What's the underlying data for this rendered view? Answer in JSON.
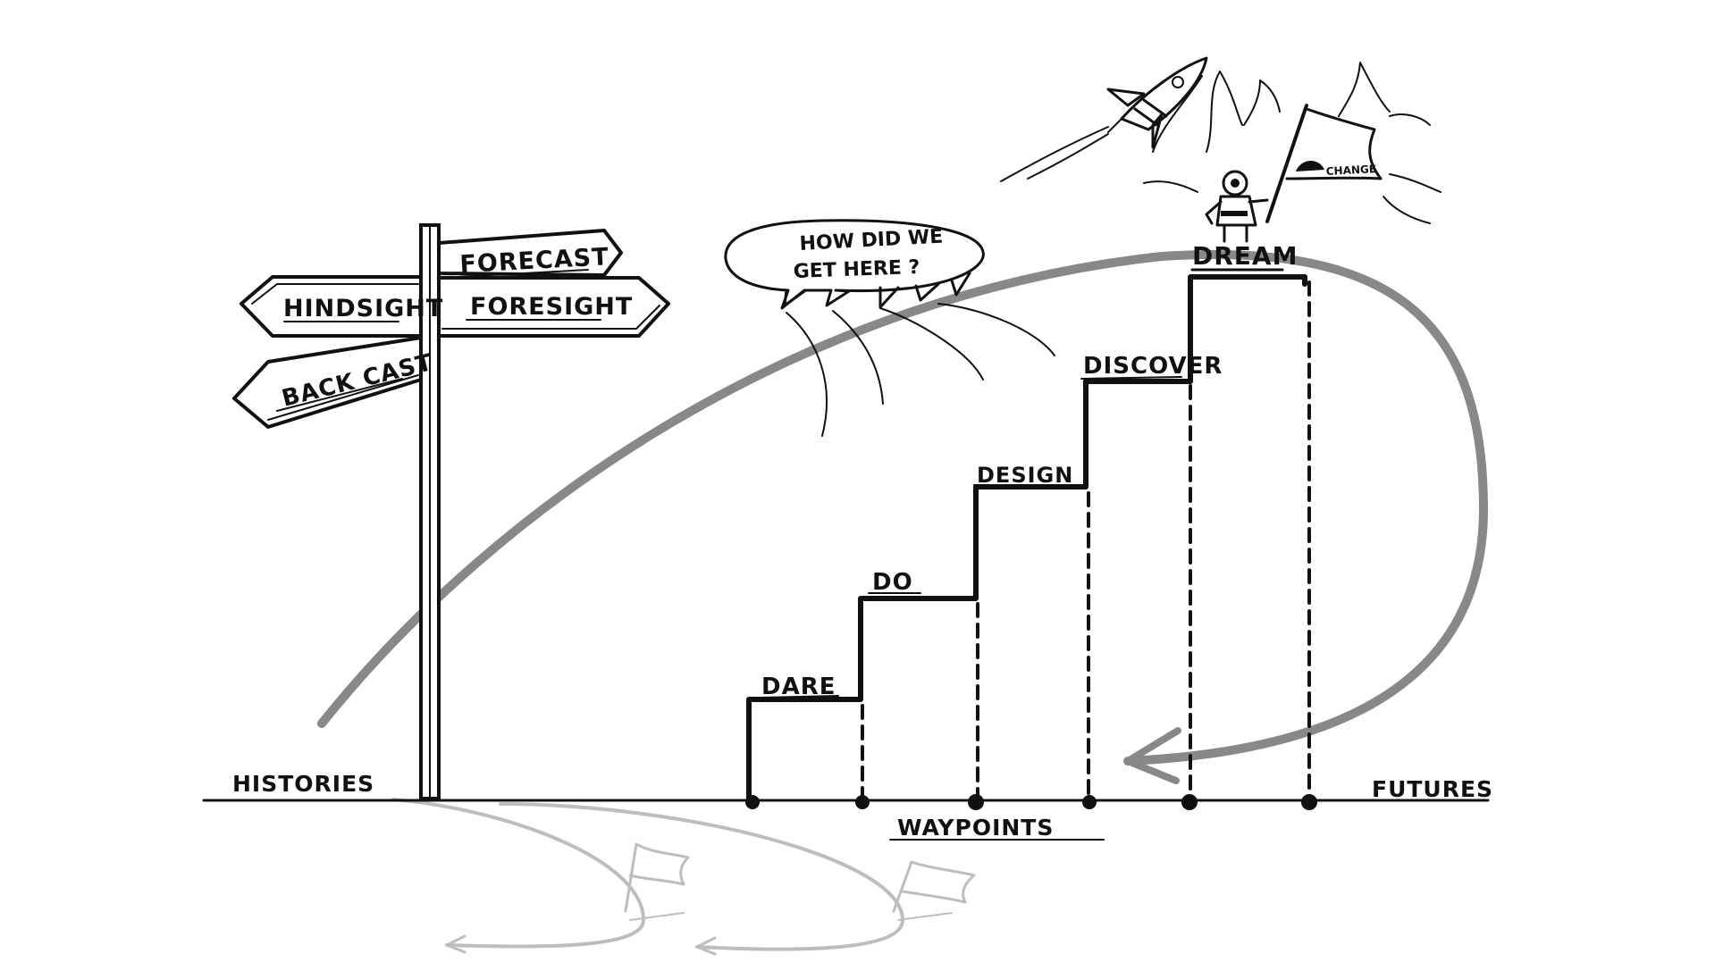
{
  "signpost": {
    "forecast": "FORECAST",
    "hindsight": "HINDSIGHT",
    "foresight": "FORESIGHT",
    "backcast": "BACK CAST"
  },
  "speech_bubble": {
    "line1": "HOW DID WE",
    "line2": "GET HERE ?"
  },
  "steps": [
    {
      "label": "DARE"
    },
    {
      "label": "DO"
    },
    {
      "label": "DESIGN"
    },
    {
      "label": "DISCOVER"
    },
    {
      "label": "DREAM"
    }
  ],
  "flag_text": "CHANGE",
  "timeline": {
    "left": "HISTORIES",
    "right": "FUTURES",
    "center": "WAYPOINTS"
  },
  "colors": {
    "ink": "#111111",
    "arc": "#888888",
    "ghost": "#bdbdbd"
  }
}
